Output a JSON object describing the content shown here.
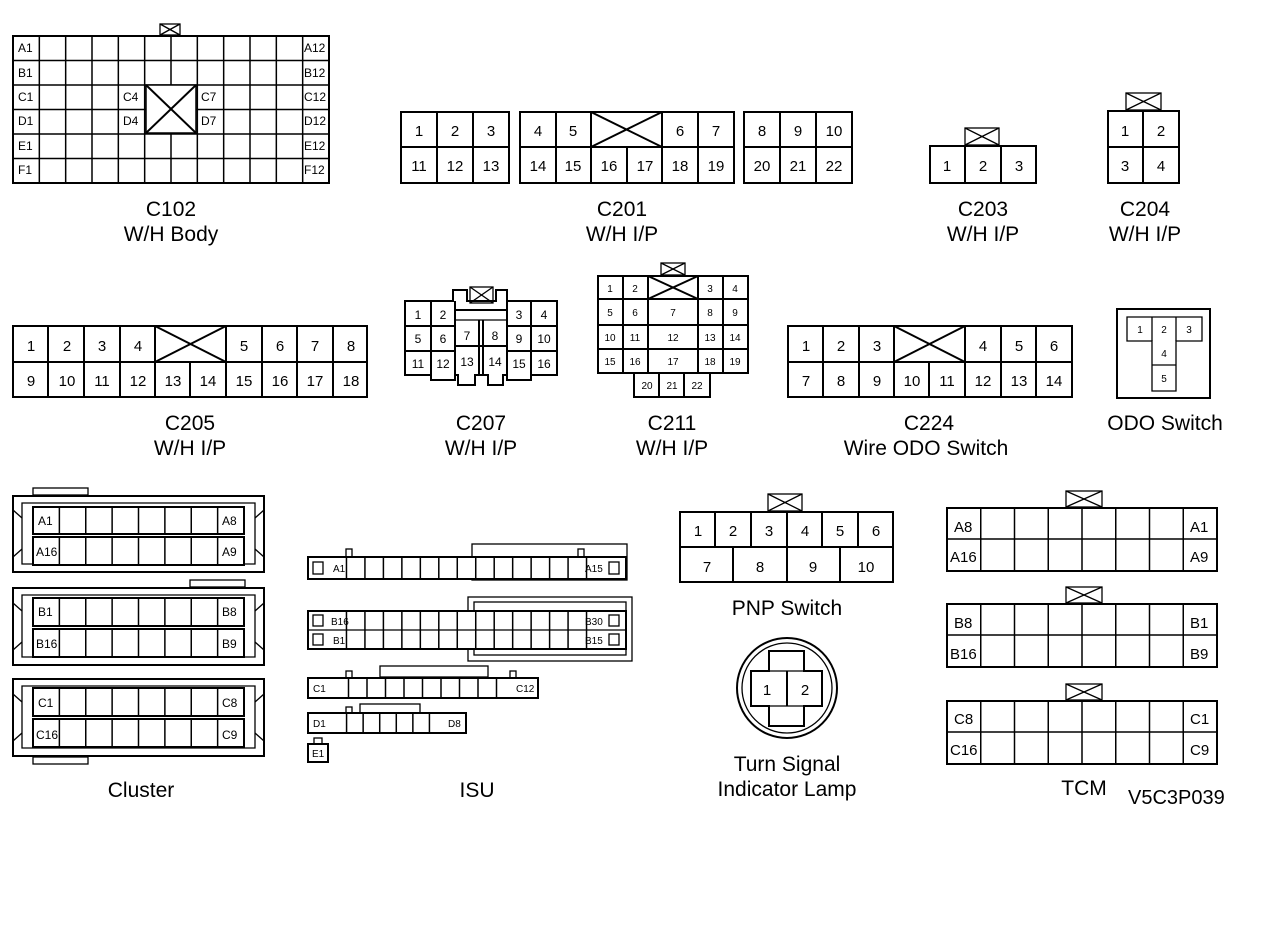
{
  "connectors": {
    "c102": {
      "id": "C102",
      "desc": "W/H Body",
      "pins": [
        "A1",
        "A12",
        "B1",
        "B12",
        "C1",
        "C4",
        "C7",
        "C12",
        "D1",
        "D4",
        "D7",
        "D12",
        "E1",
        "E12",
        "F1",
        "F12"
      ]
    },
    "c201": {
      "id": "C201",
      "desc": "W/H I/P",
      "pins": [
        "1",
        "2",
        "3",
        "4",
        "5",
        "6",
        "7",
        "8",
        "9",
        "10",
        "11",
        "12",
        "13",
        "14",
        "15",
        "16",
        "17",
        "18",
        "19",
        "20",
        "21",
        "22"
      ]
    },
    "c203": {
      "id": "C203",
      "desc": "W/H I/P",
      "pins": [
        "1",
        "2",
        "3"
      ]
    },
    "c204": {
      "id": "C204",
      "desc": "W/H I/P",
      "pins": [
        "1",
        "2",
        "3",
        "4"
      ]
    },
    "c205": {
      "id": "C205",
      "desc": "W/H I/P",
      "pins": [
        "1",
        "2",
        "3",
        "4",
        "5",
        "6",
        "7",
        "8",
        "9",
        "10",
        "11",
        "12",
        "13",
        "14",
        "15",
        "16",
        "17",
        "18"
      ]
    },
    "c207": {
      "id": "C207",
      "desc": "W/H I/P",
      "pins": [
        "1",
        "2",
        "3",
        "4",
        "5",
        "6",
        "7",
        "8",
        "9",
        "10",
        "11",
        "12",
        "13",
        "14",
        "15",
        "16"
      ]
    },
    "c211": {
      "id": "C211",
      "desc": "W/H I/P",
      "pins": [
        "1",
        "2",
        "3",
        "4",
        "5",
        "6",
        "7",
        "8",
        "9",
        "10",
        "11",
        "12",
        "13",
        "14",
        "15",
        "16",
        "17",
        "18",
        "19",
        "20",
        "21",
        "22"
      ]
    },
    "c224": {
      "id": "C224",
      "desc": "Wire ODO Switch",
      "pins": [
        "1",
        "2",
        "3",
        "4",
        "5",
        "6",
        "7",
        "8",
        "9",
        "10",
        "11",
        "12",
        "13",
        "14"
      ]
    },
    "odo": {
      "name": "ODO Switch",
      "pins": [
        "1",
        "2",
        "3",
        "4",
        "5"
      ]
    },
    "cluster": {
      "name": "Cluster",
      "pins": [
        "A1",
        "A8",
        "A16",
        "A9",
        "B1",
        "B8",
        "B16",
        "B9",
        "C1",
        "C8",
        "C16",
        "C9"
      ]
    },
    "isu": {
      "name": "ISU",
      "pins": [
        "A1",
        "A15",
        "B16",
        "B1",
        "B30",
        "B15",
        "C1",
        "C12",
        "D1",
        "D8",
        "E1"
      ]
    },
    "pnp": {
      "name": "PNP Switch",
      "pins": [
        "1",
        "2",
        "3",
        "4",
        "5",
        "6",
        "7",
        "8",
        "9",
        "10"
      ]
    },
    "turn": {
      "name_line1": "Turn Signal",
      "name_line2": "Indicator Lamp",
      "pins": [
        "1",
        "2"
      ]
    },
    "tcm": {
      "name": "TCM",
      "pins": [
        "A8",
        "A1",
        "A16",
        "A9",
        "B8",
        "B1",
        "B16",
        "B9",
        "C8",
        "C1",
        "C16",
        "C9"
      ]
    }
  },
  "figure_id": "V5C3P039"
}
